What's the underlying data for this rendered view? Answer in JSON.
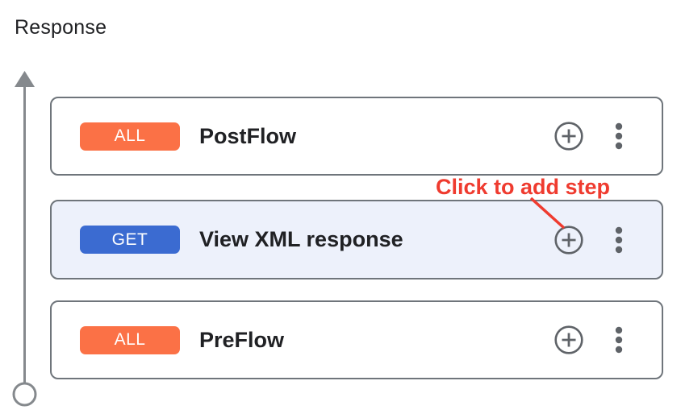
{
  "page": {
    "title": "Response"
  },
  "rail": {
    "description": "upward flow-direction arrow with start circle",
    "color": "#85898d"
  },
  "cards": [
    {
      "badge": "ALL",
      "badge_color": "#fb7146",
      "title": "PostFlow",
      "selected": false
    },
    {
      "badge": "GET",
      "badge_color": "#3b6bd1",
      "title": "View XML response",
      "selected": true
    },
    {
      "badge": "ALL",
      "badge_color": "#fb7146",
      "title": "PreFlow",
      "selected": false
    }
  ],
  "card_actions": {
    "add_icon": "plus-circle",
    "menu_icon": "vertical-three-dots",
    "icon_color": "#5f6368"
  },
  "annotation": {
    "text": "Click to add step",
    "color": "#ef3b2f"
  },
  "colors": {
    "card_border": "#6f757b",
    "selected_card_bg": "#edf1fb",
    "title_text": "#202124"
  }
}
